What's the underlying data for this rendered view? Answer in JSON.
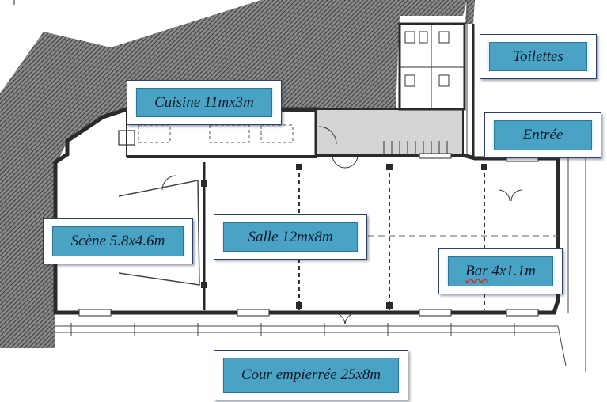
{
  "rooms": {
    "toilettes": "Toilettes",
    "cuisine": "Cuisine 11mx3m",
    "entree": "Entrée",
    "scene": "Scène 5.8x4.6m",
    "salle": "Salle 12mx8m",
    "bar_word": "Bar",
    "bar_size": " 4x1.1m",
    "cour": "Cour empierrée 25x8m"
  },
  "colors": {
    "label_fill": "#4aa3c5",
    "label_border": "#2f3f6a",
    "label_text": "#0d1a2a",
    "hatch": "#5a5a5a",
    "wall": "#2a2a2a",
    "entry_floor": "#d4d4d4"
  }
}
